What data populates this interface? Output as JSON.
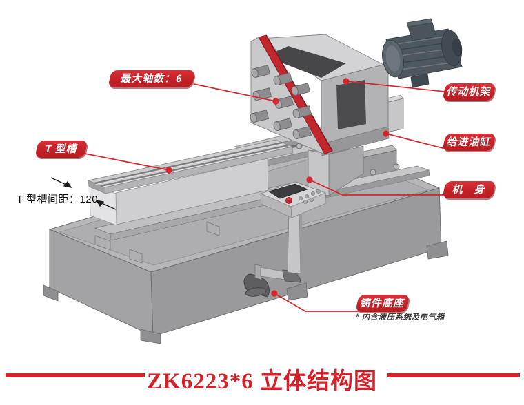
{
  "title": "ZK6223*6 立体结构图",
  "callouts": {
    "max_axes": "最大轴数：6",
    "transmission_frame": "传动机架",
    "feed_cylinder": "给进油缸",
    "machine_body": "机　身",
    "t_slot": "T 型槽",
    "cast_base": "铸件底座",
    "cast_base_note": "* 内含液压系统及电气箱"
  },
  "dimension": {
    "t_slot_spacing": "T 型槽间距：120"
  },
  "colors": {
    "accent_red": "#d2232a",
    "callout_red": "#c42027",
    "leader_red": "#d6262c",
    "machine_gray": "#a8a8aa",
    "motor_slate": "#4d575d",
    "background": "#ffffff"
  }
}
